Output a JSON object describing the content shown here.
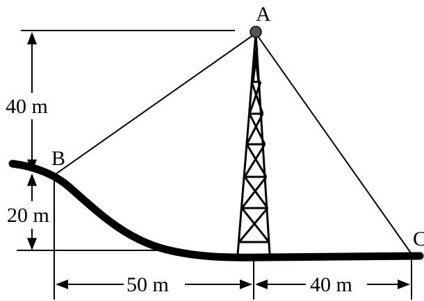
{
  "labels": {
    "point_a": "A",
    "point_b": "B",
    "point_c": "C",
    "dim_height_a": "40 m",
    "dim_height_b": "20 m",
    "dim_horizontal_bc": "50 m",
    "dim_horizontal_ac": "40 m"
  },
  "colors": {
    "line": "#000000",
    "pivot": "#555555",
    "background": "#ffffff"
  }
}
